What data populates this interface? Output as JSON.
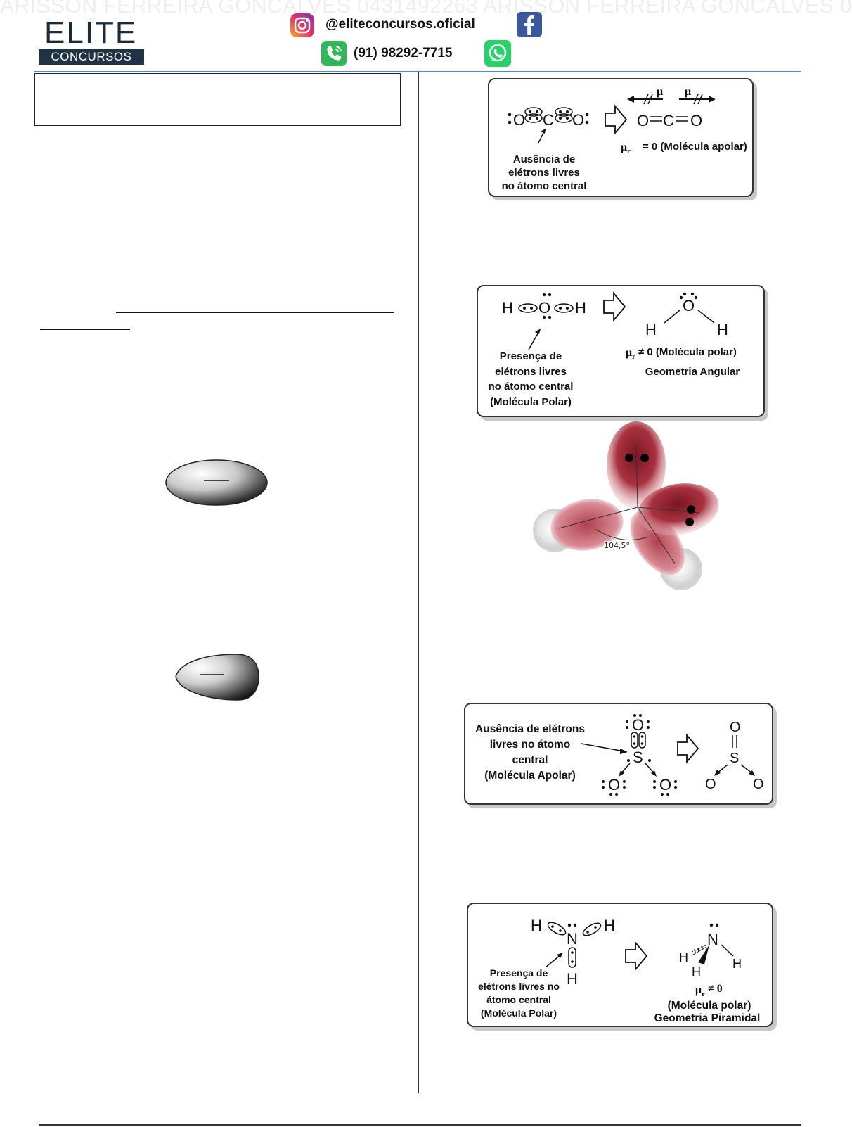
{
  "header": {
    "watermark": "ARISSON FERREIRA GONCALVES 0431492263 ARISSON FERREIRA GONCALVES 0",
    "logo_word": "ELITE",
    "logo_sub": "CONCURSOS",
    "instagram_handle": "@eliteconcursos.oficial",
    "phone": "(91) 98292-7715"
  },
  "co2_card": {
    "lewis": ":O::C::O:",
    "structure": "O═C═O",
    "mu_label": "μ",
    "result": "= 0 (Molécula apolar)",
    "caption": [
      "Ausência de",
      "elétrons livres",
      "no átomo central"
    ]
  },
  "h2o_card": {
    "caption": [
      "Presença de",
      "elétrons livres",
      "no átomo central",
      "(Molécula Polar)"
    ],
    "result": "≠ 0 (Molécula polar)",
    "geometry": "Geometria Angular"
  },
  "h2o_3d": {
    "angle": "104,5°"
  },
  "so3_card": {
    "caption": [
      "Ausência de elétrons",
      "livres no átomo",
      "central",
      "(Molécula Apolar)"
    ]
  },
  "nh3_card": {
    "caption": [
      "Presença de",
      "elétrons livres no",
      "átomo central",
      "(Molécula Polar)"
    ],
    "result": "≠ 0",
    "polar": "(Molécula polar)",
    "geometry": "Geometria Piramidal"
  },
  "colors": {
    "divider_blue": "#5b8bd0",
    "logo_navy": "#1f3345",
    "instagram": "#d6249f",
    "facebook": "#3b5998",
    "whatsapp": "#25d366",
    "lobe_red": "#9b2030"
  }
}
